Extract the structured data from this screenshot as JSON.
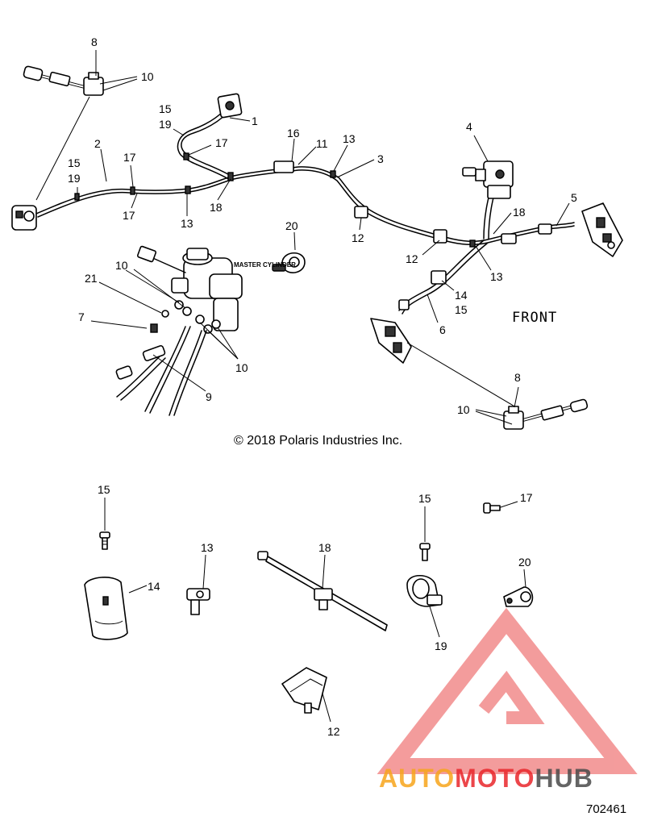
{
  "callouts": {
    "c8a": "8",
    "c10a": "10",
    "c15a": "15",
    "c19a": "19",
    "c1": "1",
    "c2": "2",
    "c15b": "15",
    "c19b": "19",
    "c17a": "17",
    "c17b": "17",
    "c17c": "17",
    "c13a": "13",
    "c18a": "18",
    "c16": "16",
    "c11": "11",
    "c13b": "13",
    "c3": "3",
    "c4": "4",
    "c12a": "12",
    "c12b": "12",
    "c18b": "18",
    "c5": "5",
    "c13c": "13",
    "c20a": "20",
    "c10b": "10",
    "c21": "21",
    "c7": "7",
    "c10c": "10",
    "c9": "9",
    "c14a": "14",
    "c15c": "15",
    "c6": "6",
    "c8b": "8",
    "c10d": "10",
    "d15a": "15",
    "d13": "13",
    "d18": "18",
    "d14": "14",
    "d15b": "15",
    "d17": "17",
    "d20": "20",
    "d19": "19",
    "d12": "12"
  },
  "labels": {
    "master_cylinder": "MASTER CYLINDER",
    "front": "FRONT",
    "copyright": "© 2018 Polaris Industries Inc.",
    "figure_number": "702461"
  },
  "watermark": {
    "brand_part1": "AUTO",
    "brand_part2": "MOTO",
    "brand_part3": "HUB",
    "colors": {
      "orange": "#f7a51c",
      "red": "#e9262b",
      "dark": "#4a4a4a",
      "triangle": "#f07b7b"
    }
  }
}
